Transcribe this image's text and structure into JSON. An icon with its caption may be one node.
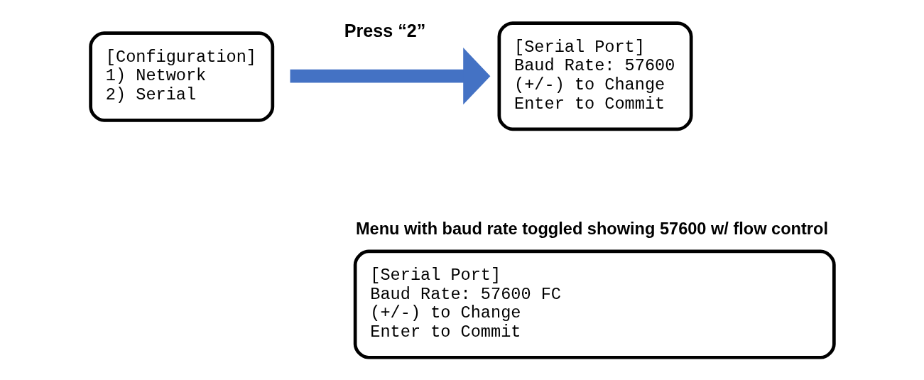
{
  "diagram": {
    "nodes": [
      {
        "text": [
          "[Configuration]",
          "1) Network",
          "2) Serial"
        ]
      },
      {
        "text": [
          "[Serial Port]",
          "Baud Rate: 57600",
          "(+/-) to Change",
          "Enter to Commit"
        ]
      },
      {
        "text": [
          "Menu with baud rate toggled showing 57600 w/ flow control",
          "[Serial Port]",
          "Baud Rate: 57600 FC",
          "(+/-) to Change",
          "Enter to Commit"
        ]
      }
    ],
    "edges": [
      {
        "from": 0,
        "to": 1,
        "arrow": "to",
        "label": "Press “2”",
        "color": "#4472c4"
      }
    ]
  }
}
